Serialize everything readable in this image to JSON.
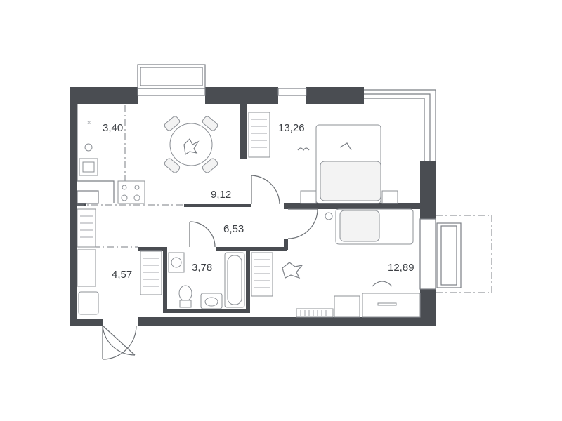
{
  "rooms": [
    {
      "id": "kitchen-niche",
      "area": "3,40"
    },
    {
      "id": "living-kitchen",
      "area": "9,12"
    },
    {
      "id": "bedroom-1",
      "area": "13,26"
    },
    {
      "id": "hall",
      "area": "6,53"
    },
    {
      "id": "entrance",
      "area": "4,57"
    },
    {
      "id": "bathroom",
      "area": "3,78"
    },
    {
      "id": "bedroom-2",
      "area": "12,89"
    }
  ],
  "colors": {
    "wall": "#4a4d52",
    "line": "#7b7f85",
    "background": "#ffffff"
  }
}
